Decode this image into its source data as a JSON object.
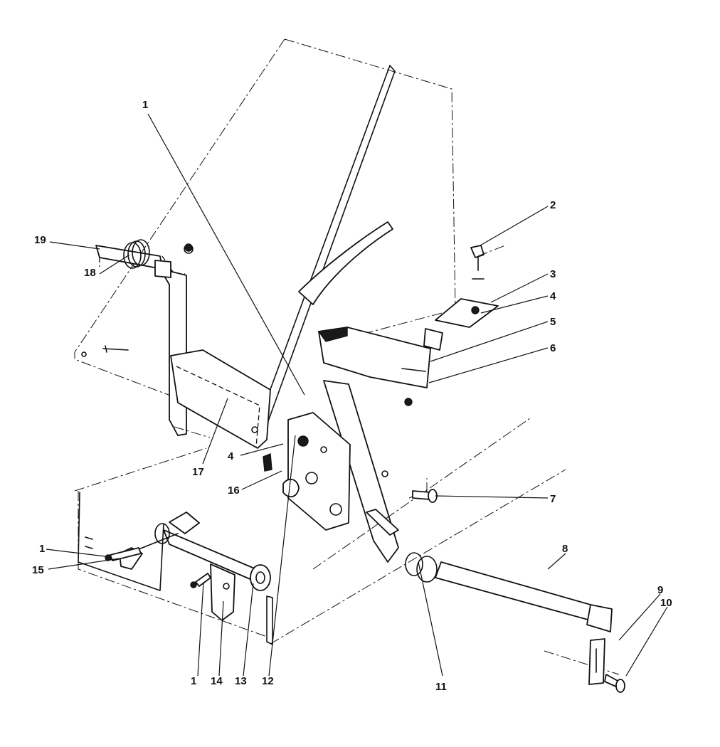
{
  "diagram": {
    "callouts": [
      "1",
      "2",
      "3",
      "4",
      "5",
      "6",
      "7",
      "8",
      "9",
      "10",
      "11",
      "12",
      "13",
      "14",
      "15",
      "16",
      "17",
      "18",
      "19",
      "4",
      "1",
      "1"
    ]
  }
}
